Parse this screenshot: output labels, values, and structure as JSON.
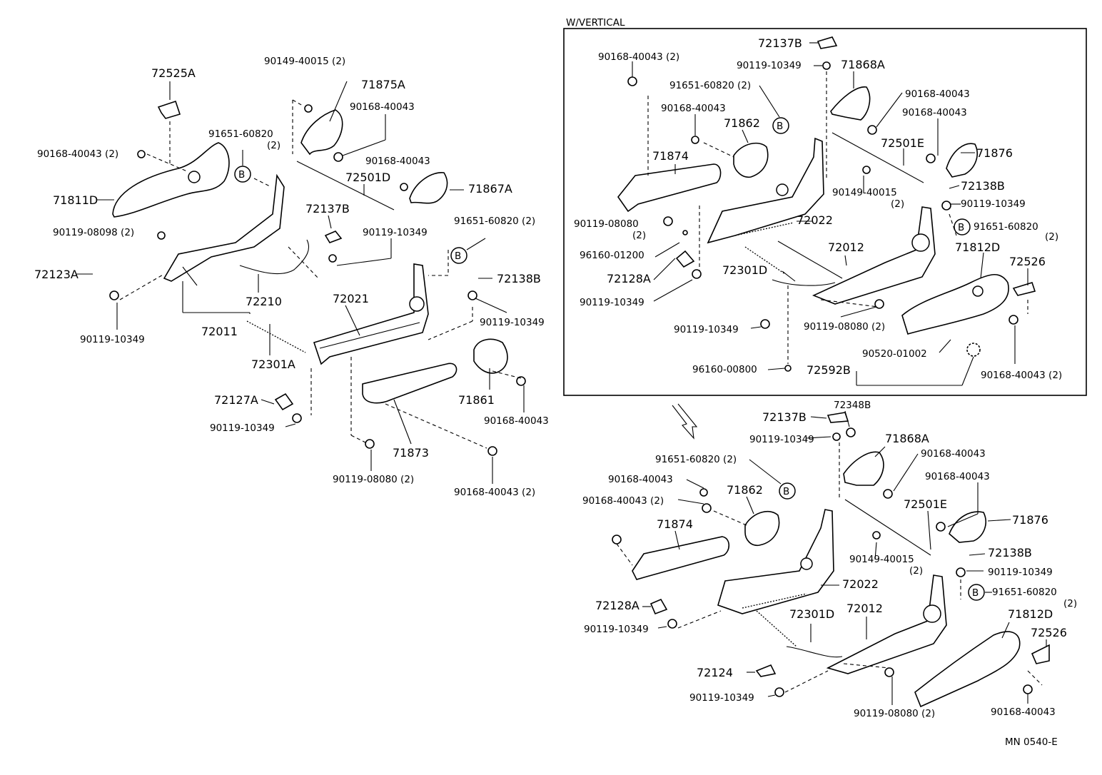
{
  "inset": {
    "title": "W/VERTICAL"
  },
  "footer": {
    "code": "MN 0540-E"
  },
  "markers": {
    "b": "B"
  },
  "left": {
    "p72525A": "72525A",
    "p90149_40015": "90149-40015 (2)",
    "p71875A": "71875A",
    "p90168_40043_a": "90168-40043",
    "p91651_60820": "91651-60820",
    "p91651_qty": "(2)",
    "p90168_40043_2": "90168-40043 (2)",
    "p71811D": "71811D",
    "p90168_40043_b": "90168-40043",
    "p72501D": "72501D",
    "p71867A": "71867A",
    "p72137B": "72137B",
    "p90119_10349_a": "90119-10349",
    "p91651_60820_2": "91651-60820 (2)",
    "p90119_08098": "90119-08098 (2)",
    "p72123A": "72123A",
    "p72138B": "72138B",
    "p72210": "72210",
    "p72021": "72021",
    "p90119_10349_b": "90119-10349",
    "p90119_10349_c": "90119-10349",
    "p72011": "72011",
    "p72301A": "72301A",
    "p71861": "71861",
    "p72127A": "72127A",
    "p90168_40043_c": "90168-40043",
    "p90119_10349_d": "90119-10349",
    "p71873": "71873",
    "p90119_08080": "90119-08080 (2)",
    "p90168_40043_d": "90168-40043 (2)"
  },
  "upper_right": {
    "p72137B": "72137B",
    "p90168_40043_2a": "90168-40043 (2)",
    "p90119_10349_a": "90119-10349",
    "p71868A": "71868A",
    "p91651_60820_2": "91651-60820 (2)",
    "p90168_40043_a": "90168-40043",
    "p90168_40043_b": "90168-40043",
    "p90168_40043_c": "90168-40043",
    "p71862": "71862",
    "p72501E": "72501E",
    "p71874": "71874",
    "p71876": "71876",
    "p90149_40015": "90149-40015",
    "p90149_qty": "(2)",
    "p72138B": "72138B",
    "p90119_10349_b": "90119-10349",
    "p72022": "72022",
    "p90119_08080": "90119-08080",
    "p90119_08080_qty": "(2)",
    "p91651_60820": "91651-60820",
    "p91651_qty": "(2)",
    "p96160_01200": "96160-01200",
    "p72012": "72012",
    "p71812D": "71812D",
    "p72128A": "72128A",
    "p72301D": "72301D",
    "p72526": "72526",
    "p90119_10349_c": "90119-10349",
    "p90119_10349_d": "90119-10349",
    "p90119_08080_2": "90119-08080 (2)",
    "p90520_01002": "90520-01002",
    "p96160_00800": "96160-00800",
    "p72592B": "72592B",
    "p90168_40043_2b": "90168-40043 (2)"
  },
  "lower_right": {
    "p72348B": "72348B",
    "p72137B": "72137B",
    "p90119_10349_a": "90119-10349",
    "p71868A": "71868A",
    "p90168_40043_a": "90168-40043",
    "p91651_60820_2": "91651-60820 (2)",
    "p90168_40043_b": "90168-40043",
    "p90168_40043_c": "90168-40043",
    "p71862": "71862",
    "p90168_40043_2": "90168-40043 (2)",
    "p72501E": "72501E",
    "p71874": "71874",
    "p71876": "71876",
    "p90149_40015": "90149-40015",
    "p90149_qty": "(2)",
    "p72138B": "72138B",
    "p90119_10349_b": "90119-10349",
    "p72022": "72022",
    "p91651_60820": "91651-60820",
    "p91651_qty": "(2)",
    "p72128A": "72128A",
    "p72301D": "72301D",
    "p72012": "72012",
    "p71812D": "71812D",
    "p90119_10349_c": "90119-10349",
    "p72526": "72526",
    "p72124": "72124",
    "p90119_10349_d": "90119-10349",
    "p90119_08080_2": "90119-08080 (2)",
    "p90168_40043_d": "90168-40043"
  }
}
